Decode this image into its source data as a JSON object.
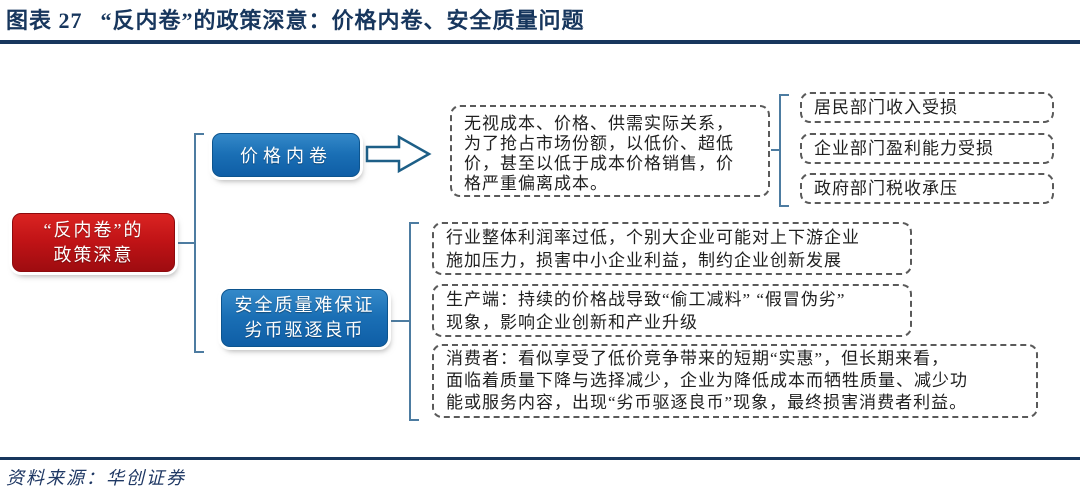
{
  "header": {
    "label": "图表 27",
    "title": "“反内卷”的政策深意：价格内卷、安全质量问题"
  },
  "colors": {
    "navy_rule": "#17365d",
    "red_node": "#c01316",
    "blue_node": "#1a6fb5",
    "bracket": "#4d7ca1",
    "arrow_outline": "#1d5f87",
    "dashed_border": "#5a5a5a",
    "body_text": "#1f1f1f"
  },
  "diagram": {
    "root": {
      "line1": "“反内卷”的",
      "line2": "政策深意"
    },
    "price_branch": {
      "label": "价格内卷",
      "description": "无视成本、价格、供需实际关系，\n为了抢占市场份额，以低价、超低\n价，甚至以低于成本价格销售，价\n格严重偏离成本。",
      "impacts": [
        "居民部门收入受损",
        "企业部门盈利能力受损",
        "政府部门税收承压"
      ]
    },
    "quality_branch": {
      "label_line1": "安全质量难保证",
      "label_line2": "劣币驱逐良币",
      "details": [
        "行业整体利润率过低，个别大企业可能对上下游企业\n施加压力，损害中小企业利益，制约企业创新发展",
        "生产端：持续的价格战导致“偷工减料” “假冒伪劣”\n现象，影响企业创新和产业升级",
        "消费者：看似享受了低价竞争带来的短期“实惠”，但长期来看，\n面临着质量下降与选择减少，企业为降低成本而牺牲质量、减少功\n能或服务内容，出现“劣币驱逐良币”现象，最终损害消费者利益。"
      ]
    }
  },
  "footer": {
    "source": "资料来源：华创证券"
  }
}
